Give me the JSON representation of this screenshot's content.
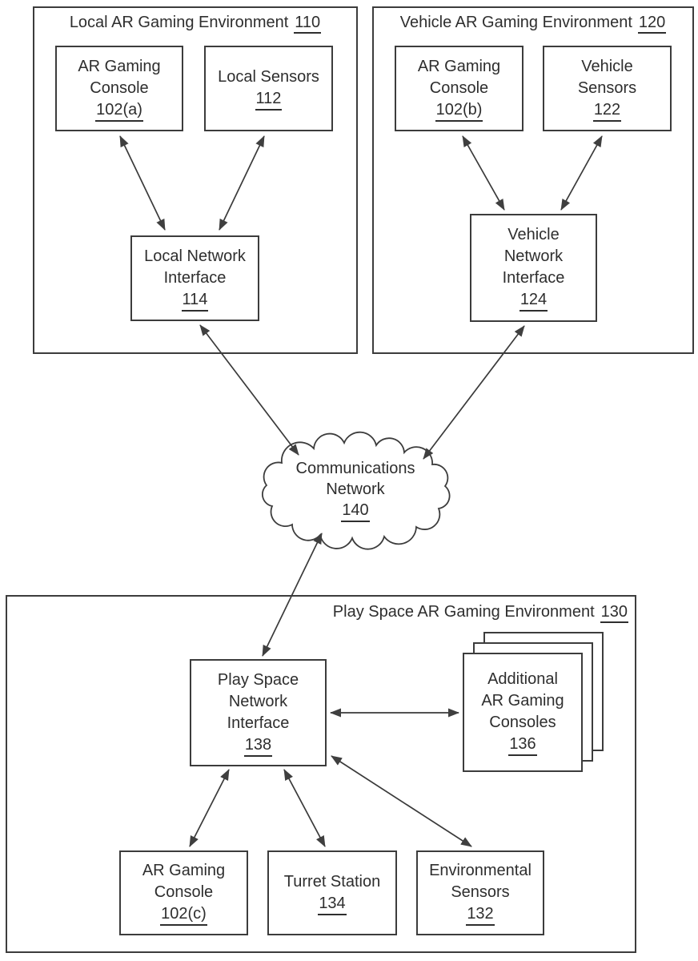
{
  "figure": {
    "style": {
      "line_color": "#3c3c3c",
      "background": "#ffffff"
    },
    "local_env": {
      "title": "Local AR Gaming Environment",
      "ref": "110",
      "console": {
        "line1": "AR Gaming",
        "line2": "Console",
        "ref": "102(a)"
      },
      "sensors": {
        "line1": "Local Sensors",
        "ref": "112"
      },
      "network_interface": {
        "line1": "Local Network",
        "line2": "Interface",
        "ref": "114"
      }
    },
    "vehicle_env": {
      "title": "Vehicle AR Gaming Environment",
      "ref": "120",
      "console": {
        "line1": "AR Gaming",
        "line2": "Console",
        "ref": "102(b)"
      },
      "sensors": {
        "line1": "Vehicle",
        "line2": "Sensors",
        "ref": "122"
      },
      "network_interface": {
        "line1": "Vehicle",
        "line2": "Network",
        "line3": "Interface",
        "ref": "124"
      }
    },
    "cloud": {
      "line1": "Communications",
      "line2": "Network",
      "ref": "140"
    },
    "play_space_env": {
      "title": "Play Space AR Gaming Environment",
      "ref": "130",
      "network_interface": {
        "line1": "Play Space",
        "line2": "Network",
        "line3": "Interface",
        "ref": "138"
      },
      "additional_consoles": {
        "line1": "Additional",
        "line2": "AR Gaming",
        "line3": "Consoles",
        "ref": "136"
      },
      "console": {
        "line1": "AR Gaming",
        "line2": "Console",
        "ref": "102(c)"
      },
      "turret_station": {
        "line1": "Turret Station",
        "ref": "134"
      },
      "environmental_sensors": {
        "line1": "Environmental",
        "line2": "Sensors",
        "ref": "132"
      }
    },
    "connections": [
      {
        "from": "AR Gaming Console 102(a)",
        "to": "Local Network Interface 114",
        "type": "bidirectional"
      },
      {
        "from": "Local Sensors 112",
        "to": "Local Network Interface 114",
        "type": "bidirectional"
      },
      {
        "from": "AR Gaming Console 102(b)",
        "to": "Vehicle Network Interface 124",
        "type": "bidirectional"
      },
      {
        "from": "Vehicle Sensors 122",
        "to": "Vehicle Network Interface 124",
        "type": "bidirectional"
      },
      {
        "from": "Local Network Interface 114",
        "to": "Communications Network 140",
        "type": "bidirectional"
      },
      {
        "from": "Vehicle Network Interface 124",
        "to": "Communications Network 140",
        "type": "bidirectional"
      },
      {
        "from": "Communications Network 140",
        "to": "Play Space Network Interface 138",
        "type": "bidirectional"
      },
      {
        "from": "Play Space Network Interface 138",
        "to": "Additional AR Gaming Consoles 136",
        "type": "bidirectional"
      },
      {
        "from": "Play Space Network Interface 138",
        "to": "AR Gaming Console 102(c)",
        "type": "bidirectional"
      },
      {
        "from": "Play Space Network Interface 138",
        "to": "Turret Station 134",
        "type": "bidirectional"
      },
      {
        "from": "Play Space Network Interface 138",
        "to": "Environmental Sensors 132",
        "type": "bidirectional"
      }
    ]
  }
}
